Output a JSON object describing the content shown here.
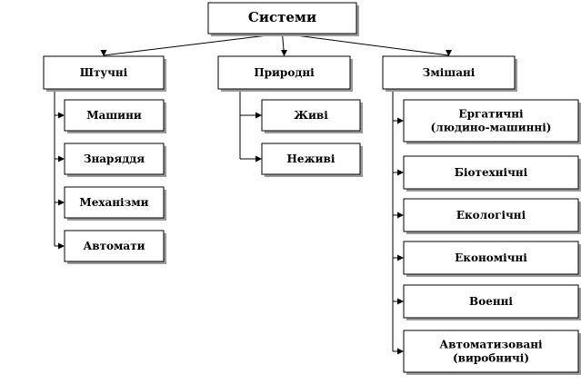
{
  "root": {
    "label": "Системи"
  },
  "categories": [
    {
      "id": "artificial",
      "label": "Штучні",
      "children": [
        "Машини",
        "Знаряддя",
        "Механізми",
        "Автомати"
      ]
    },
    {
      "id": "natural",
      "label": "Природні",
      "children": [
        "Живі",
        "Неживі"
      ]
    },
    {
      "id": "mixed",
      "label": "Змішані",
      "children": [
        "Ергатичні (людино-машинні)",
        "Біотехнічні",
        "Екологічні",
        "Економічні",
        "Военні",
        "Автоматизовані (виробничі)"
      ]
    }
  ]
}
